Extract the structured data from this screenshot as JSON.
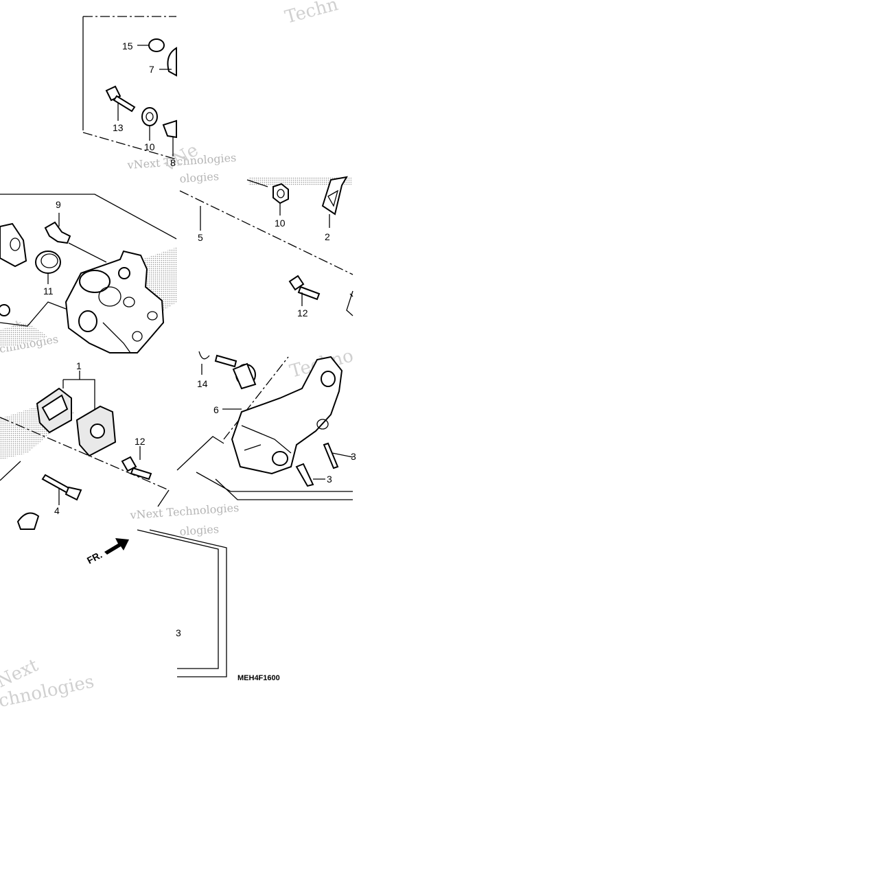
{
  "diagram": {
    "code": "MEH4F1600",
    "direction_label": "FR.",
    "callouts": {
      "c15": "15",
      "c7": "7",
      "c13": "13",
      "c10a": "10",
      "c8": "8",
      "c9": "9",
      "c11": "11",
      "c5": "5",
      "c10b": "10",
      "c2": "2",
      "c12a": "12",
      "c1": "1",
      "c12b": "12",
      "c4": "4",
      "c14": "14",
      "c6": "6",
      "c3a": "3",
      "c3b": "3",
      "c3c": "3"
    },
    "watermark": {
      "line1": "vNext Technologies",
      "line2": "Technologies",
      "line3": "Next",
      "line4": "chnologies",
      "line5": "Techno",
      "line6": "Techn",
      "line7": "ext",
      "line8": "vNe",
      "line9": "ologies"
    }
  }
}
